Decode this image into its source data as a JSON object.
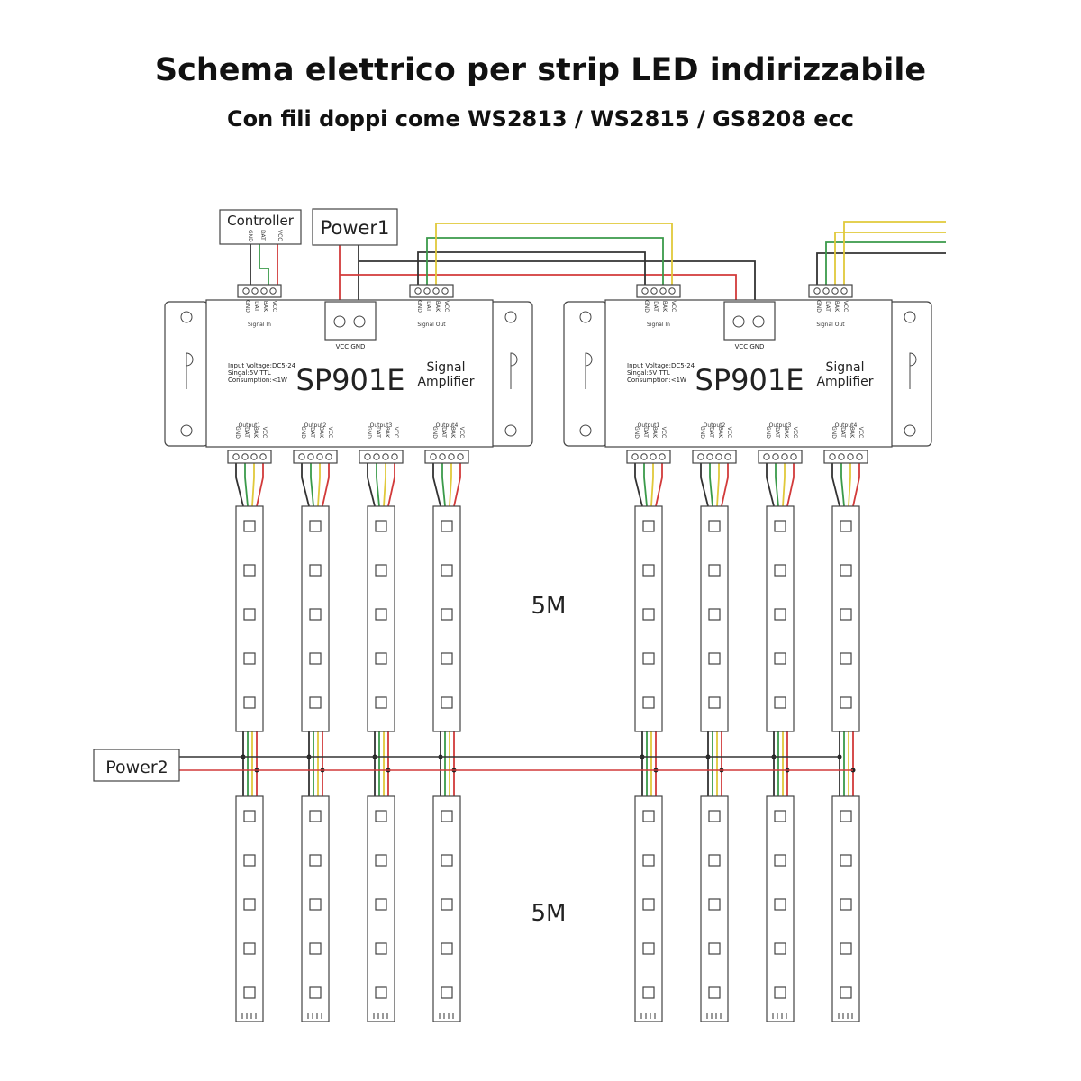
{
  "title": "Schema elettrico per strip LED indirizzabile",
  "subtitle": "Con fili doppi come WS2813 / WS2815 / GS8208 ecc",
  "controller": {
    "label": "Controller",
    "pins": [
      "GND",
      "DAT",
      "VCC"
    ]
  },
  "power1": "Power1",
  "power2": "Power2",
  "amplifiers": [
    {
      "model": "SP901E",
      "name_line1": "Signal",
      "name_line2": "Amplifier",
      "specs": [
        "Input Voltage:DC5-24",
        "Singal:5V TTL",
        "Consumption:<1W"
      ],
      "power_terminal": "VCC GND",
      "signal_in": "Signal In",
      "signal_out": "Signal Out",
      "input_pins": [
        "GND",
        "DAT",
        "BAK",
        "VCC"
      ],
      "outputs": [
        "Output1",
        "Output2",
        "Output3",
        "Output4"
      ]
    },
    {
      "model": "SP901E",
      "name_line1": "Signal",
      "name_line2": "Amplifier",
      "specs": [
        "Input Voltage:DC5-24",
        "Singal:5V TTL",
        "Consumption:<1W"
      ],
      "power_terminal": "VCC GND",
      "signal_in": "Signal In",
      "signal_out": "Signal Out",
      "input_pins": [
        "GND",
        "DAT",
        "BAK",
        "VCC"
      ],
      "outputs": [
        "Output1",
        "Output2",
        "Output3",
        "Output4"
      ]
    }
  ],
  "length_upper": "5M",
  "length_lower": "5M",
  "colors": {
    "wire_black": "#333333",
    "wire_green": "#3a9a4a",
    "wire_yellow": "#e0c93a",
    "wire_red": "#d23a3a",
    "outline": "#444444"
  }
}
